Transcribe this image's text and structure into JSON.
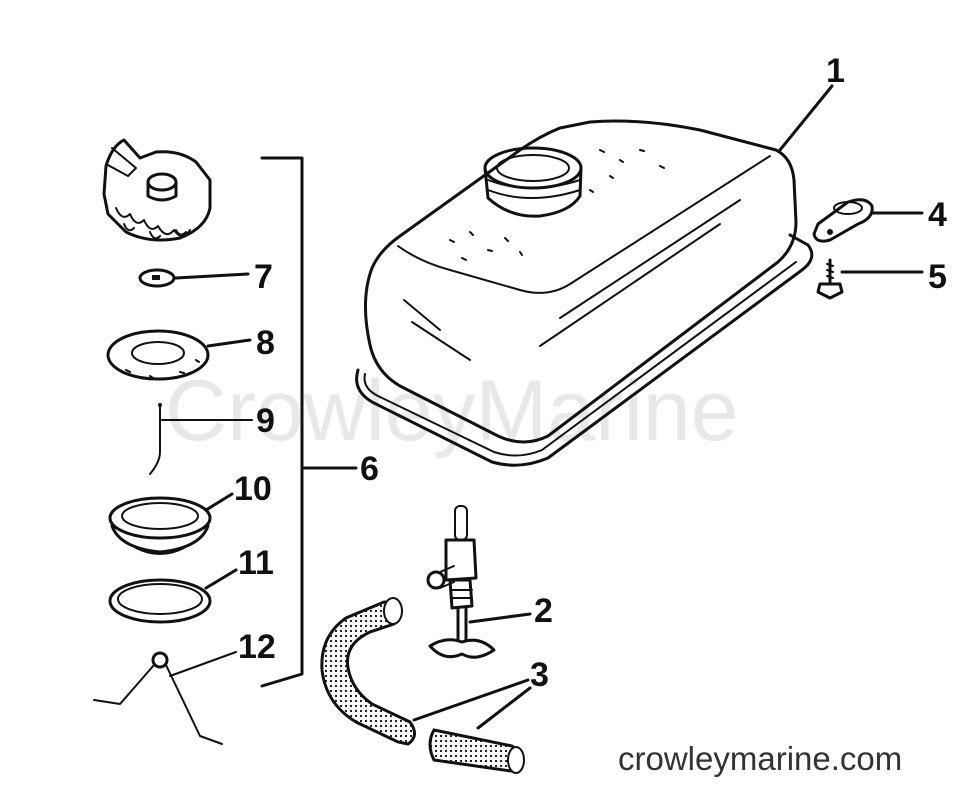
{
  "watermark": "CrowleyMarine",
  "website": "crowleymarine.com",
  "callouts": {
    "c1": "1",
    "c2": "2",
    "c3": "3",
    "c4": "4",
    "c5": "5",
    "c6": "6",
    "c7": "7",
    "c8": "8",
    "c9": "9",
    "c10": "10",
    "c11": "11",
    "c12": "12"
  }
}
